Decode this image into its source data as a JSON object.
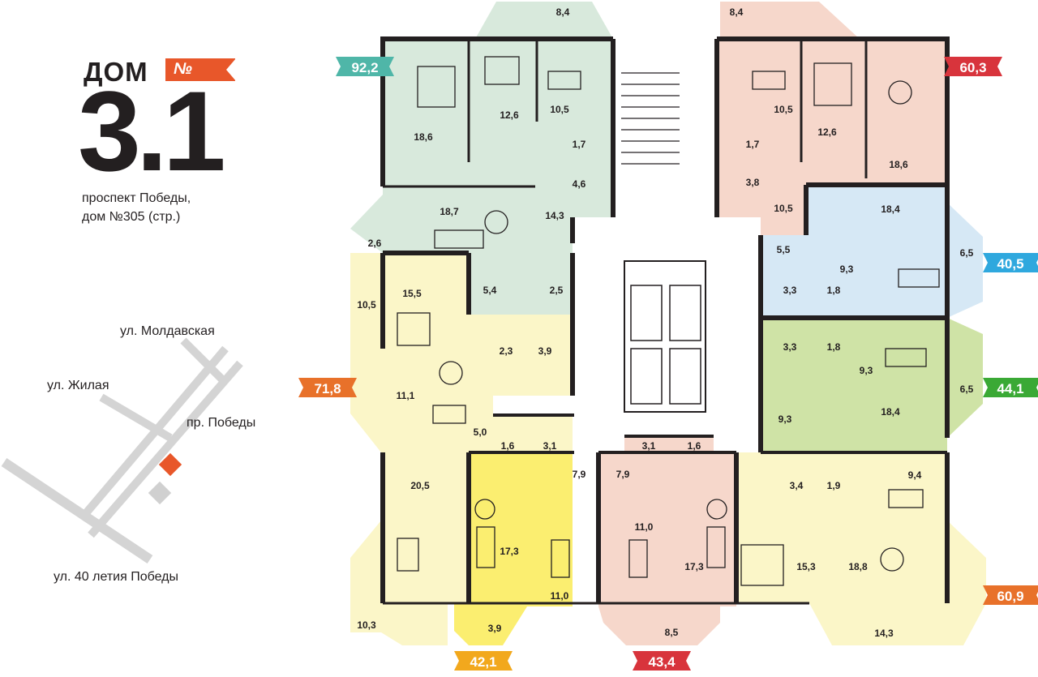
{
  "header": {
    "title": "ДОМ",
    "number_sign": "№",
    "building_number": "3.1",
    "address_line1": "проспект Победы,",
    "address_line2": "дом №305 (стр.)"
  },
  "map": {
    "streets": [
      "ул. Молдавская",
      "ул. Жилая",
      "пр. Победы",
      "ул. 40 летия Победы"
    ],
    "marker_color": "#e8572a",
    "other_building_color": "#d0d0d0"
  },
  "colors": {
    "green": "#d8e9dc",
    "pink": "#f6d7cb",
    "light_yellow": "#fbf6c8",
    "yellow": "#fbee70",
    "blue": "#d6e8f5",
    "lime": "#cfe3a6",
    "wall": "#231f20"
  },
  "apartments": [
    {
      "id": "a1",
      "total": "92,2",
      "badge_color": "#4fb6a8",
      "rooms": [
        "8,4",
        "18,6",
        "12,6",
        "10,5",
        "1,7",
        "4,6",
        "14,3",
        "18,7",
        "2,6",
        "5,4",
        "2,5"
      ]
    },
    {
      "id": "a2",
      "total": "60,3",
      "badge_color": "#d8343c",
      "rooms": [
        "8,4",
        "10,5",
        "12,6",
        "1,7",
        "3,8",
        "18,6",
        "10,5"
      ]
    },
    {
      "id": "a3",
      "total": "40,5",
      "badge_color": "#2fa8de",
      "rooms": [
        "18,4",
        "5,5",
        "6,5",
        "9,3",
        "3,3",
        "1,8"
      ]
    },
    {
      "id": "a4",
      "total": "44,1",
      "badge_color": "#3aa935",
      "rooms": [
        "3,3",
        "1,8",
        "9,3",
        "6,5",
        "9,3",
        "18,4"
      ]
    },
    {
      "id": "a5",
      "total": "71,8",
      "badge_color": "#e8712a",
      "rooms": [
        "10,5",
        "15,5",
        "2,3",
        "3,9",
        "11,1",
        "5,0",
        "20,5",
        "10,3"
      ]
    },
    {
      "id": "a6",
      "total": "42,1",
      "badge_color": "#f2a81d",
      "rooms": [
        "1,6",
        "3,1",
        "7,9",
        "17,3",
        "11,0",
        "3,9"
      ]
    },
    {
      "id": "a7",
      "total": "43,4",
      "badge_color": "#d8343c",
      "rooms": [
        "3,1",
        "1,6",
        "7,9",
        "11,0",
        "17,3",
        "8,5"
      ]
    },
    {
      "id": "a8",
      "total": "60,9",
      "badge_color": "#e8712a",
      "rooms": [
        "3,4",
        "1,9",
        "9,4",
        "15,3",
        "18,8",
        "14,3"
      ]
    }
  ]
}
